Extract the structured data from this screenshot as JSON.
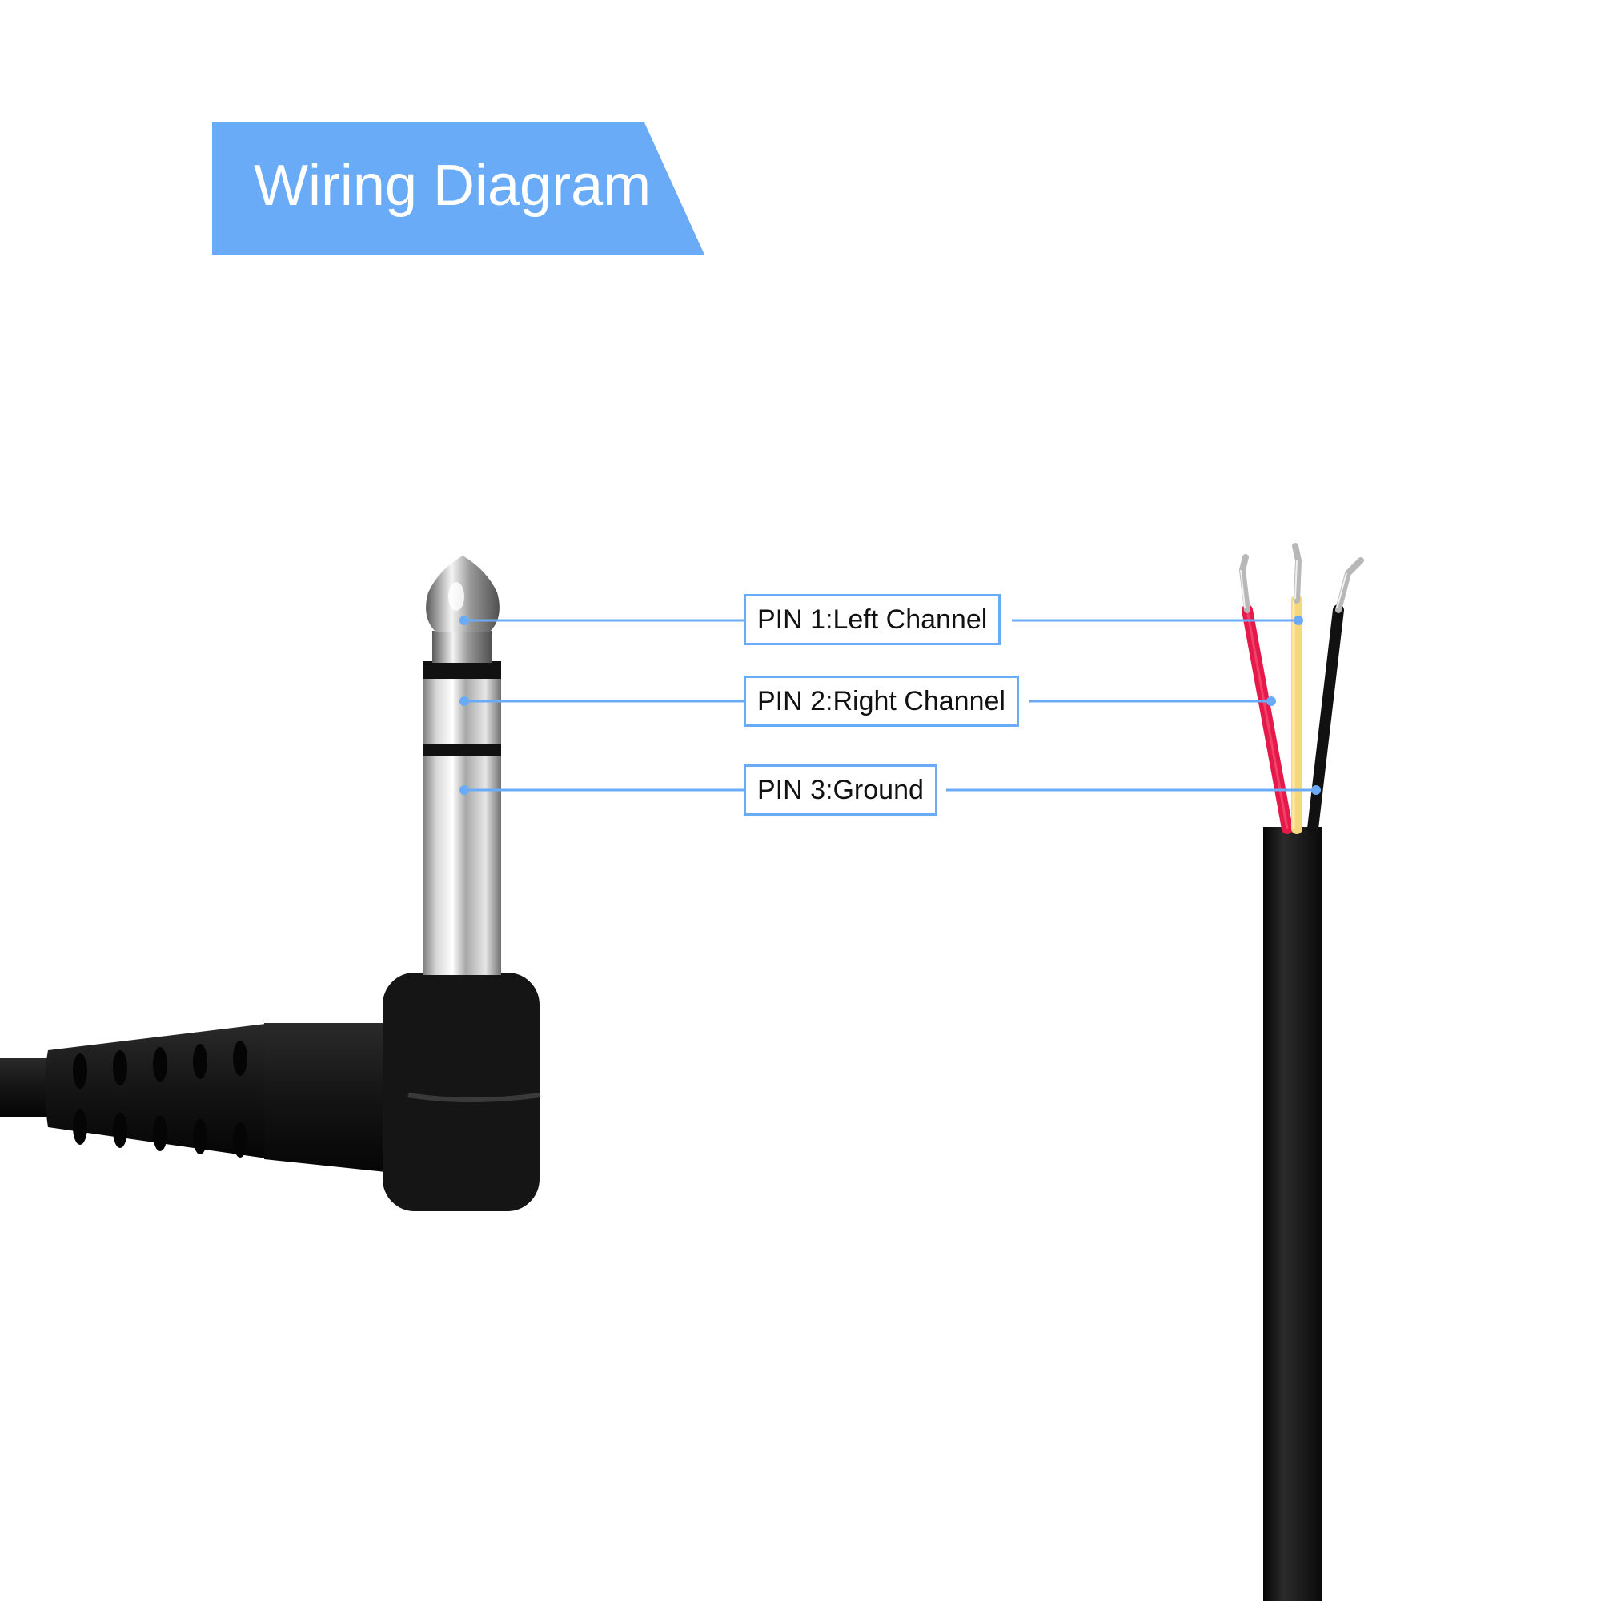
{
  "header": {
    "title": "Wiring Diagram"
  },
  "pins": [
    {
      "label": "PIN 1:Left Channel"
    },
    {
      "label": "PIN 2:Right Channel"
    },
    {
      "label": "PIN 3:Ground"
    }
  ],
  "colors": {
    "accent": "#6aabf7",
    "wire_left": "#e5194a",
    "wire_right": "#f5d77d",
    "wire_ground": "#111111",
    "cable": "#141414"
  }
}
